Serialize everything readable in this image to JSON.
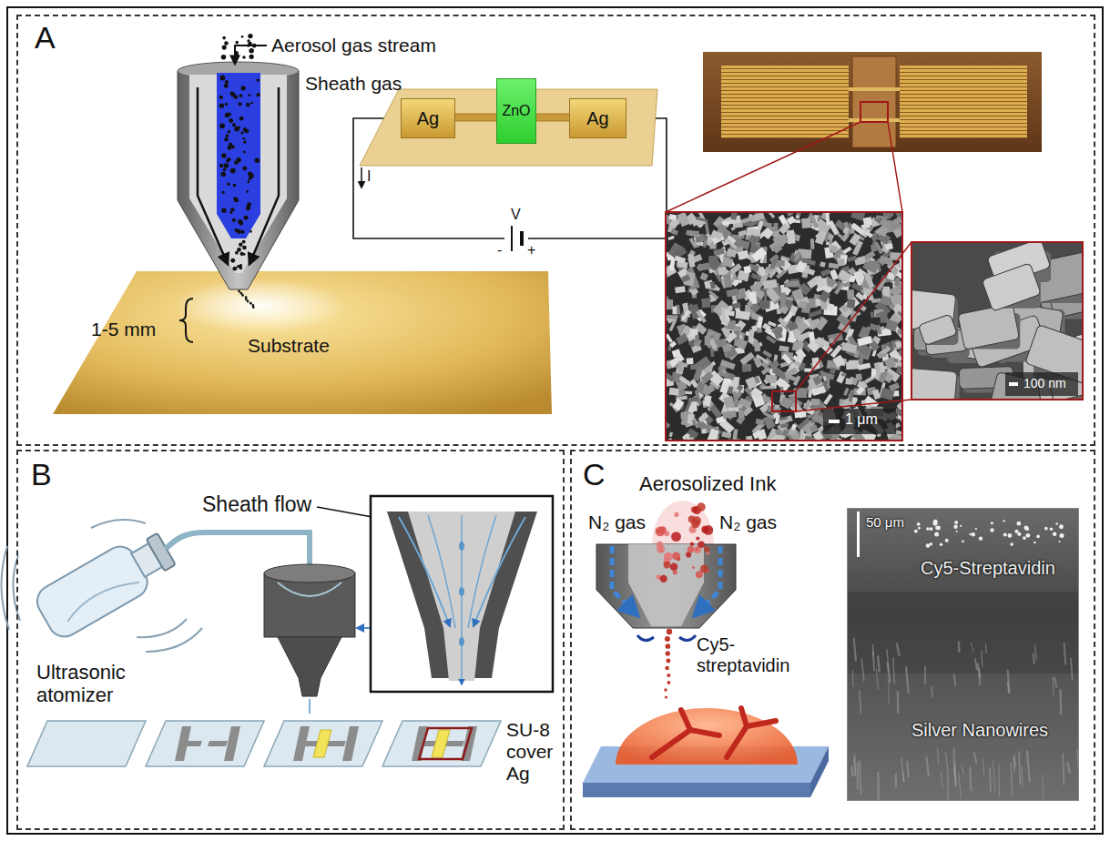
{
  "diagram": {
    "nodes": [
      {
        "text": [
          "A"
        ]
      },
      {
        "text": [
          "Ag"
        ],
        "in": 0
      },
      {
        "text": [
          "ZnO"
        ],
        "in": 0
      },
      {
        "text": [
          "Ag"
        ],
        "in": 0
      },
      {
        "text": [
          "1 μm"
        ],
        "in": 0
      },
      {
        "text": [
          "100 nm"
        ],
        "in": 0
      },
      {
        "text": [
          "B"
        ]
      },
      {
        "text": [
          "C"
        ]
      },
      {
        "text": [
          "50 μm",
          "Cy5-Streptavidin",
          "Silver Nanowires"
        ],
        "in": 7
      }
    ],
    "edges": [
      {
        "from": 1,
        "to": 3,
        "arrow": "none"
      }
    ],
    "labels": [
      "Aerosol gas stream",
      "Sheath gas",
      "1-5 mm",
      "Substrate",
      "I",
      "V",
      "-",
      "+",
      "Sheath flow",
      "Ultrasonic atomizer",
      "SU-8 cover Ag",
      "Aerosolized Ink",
      "N₂ gas",
      "N₂ gas",
      "Cy5- streptavidin"
    ]
  }
}
